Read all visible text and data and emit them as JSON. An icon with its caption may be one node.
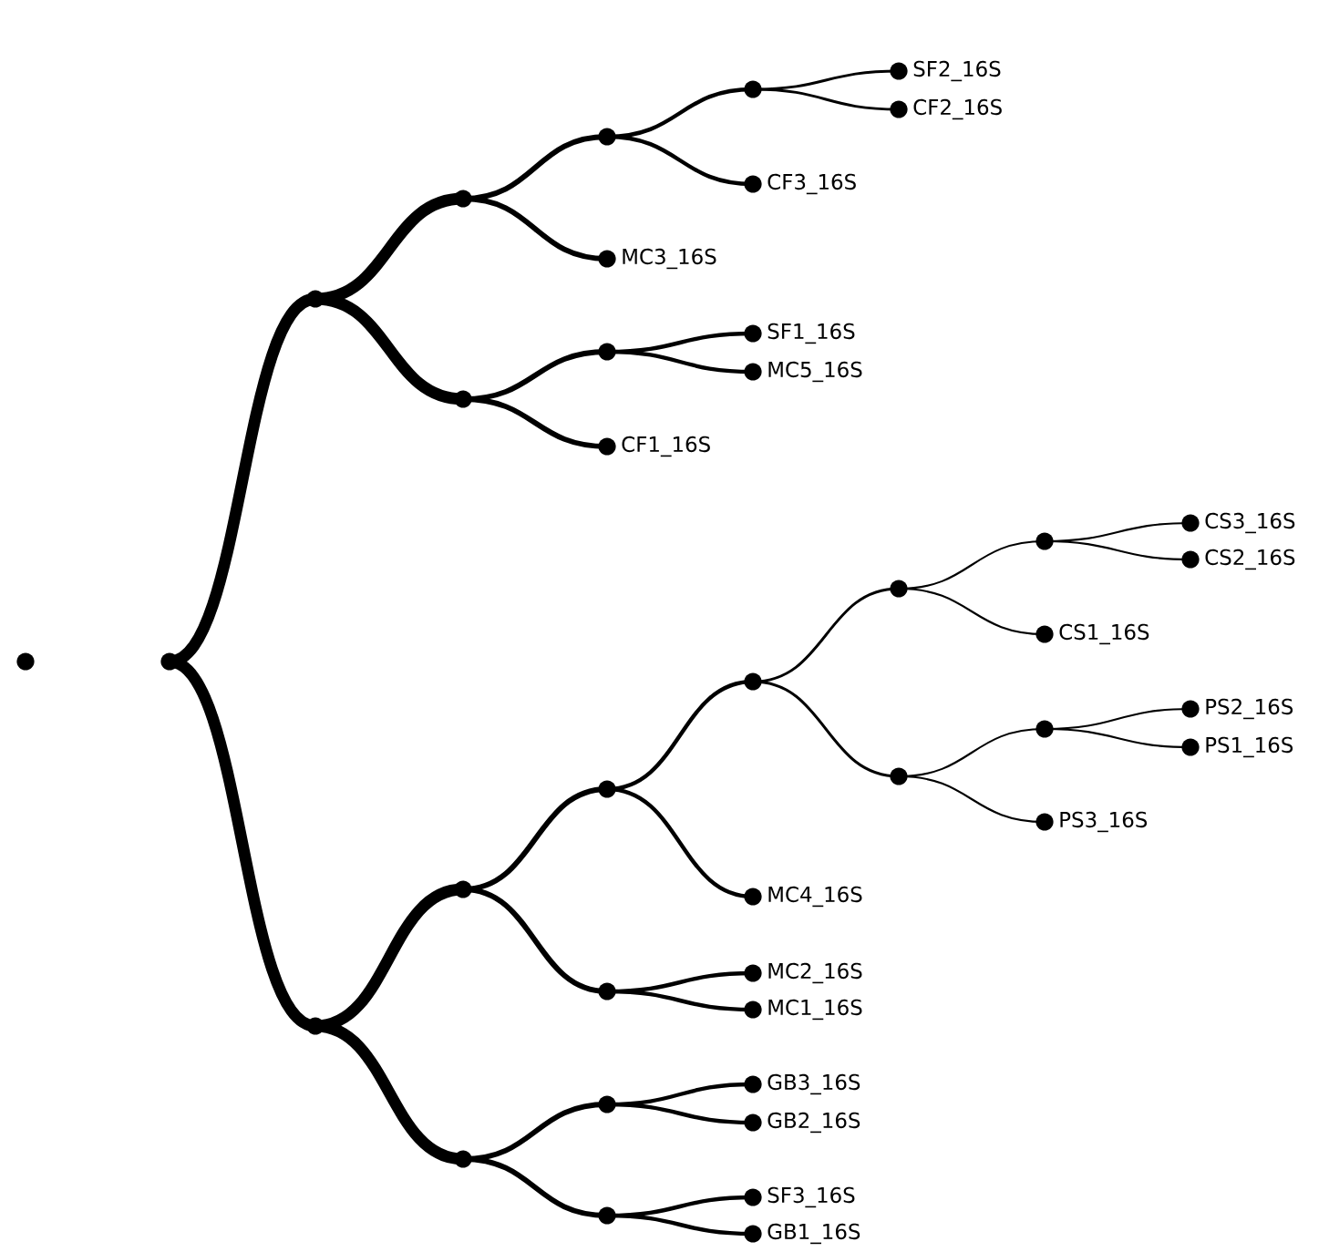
{
  "diagram": {
    "nodes": [
      {
        "text": [],
        "shape": "circle"
      },
      {
        "text": [],
        "shape": "circle"
      },
      {
        "text": [],
        "shape": "circle"
      },
      {
        "text": [],
        "shape": "circle"
      },
      {
        "text": [],
        "shape": "circle"
      },
      {
        "text": [],
        "shape": "circle"
      },
      {
        "text": [
          "SF2_16S"
        ]
      },
      {
        "text": [
          "CF2_16S"
        ]
      },
      {
        "text": [
          "CF3_16S"
        ]
      },
      {
        "text": [
          "MC3_16S"
        ]
      },
      {
        "text": [],
        "shape": "circle"
      },
      {
        "text": [],
        "shape": "circle"
      },
      {
        "text": [
          "SF1_16S"
        ]
      },
      {
        "text": [
          "MC5_16S"
        ]
      },
      {
        "text": [
          "CF1_16S"
        ]
      },
      {
        "text": [],
        "shape": "circle"
      },
      {
        "text": [],
        "shape": "circle"
      },
      {
        "text": [],
        "shape": "circle"
      },
      {
        "text": [],
        "shape": "circle"
      },
      {
        "text": [],
        "shape": "circle"
      },
      {
        "text": [],
        "shape": "circle"
      },
      {
        "text": [
          "CS3_16S"
        ]
      },
      {
        "text": [
          "CS2_16S"
        ]
      },
      {
        "text": [
          "CS1_16S"
        ]
      },
      {
        "text": [],
        "shape": "circle"
      },
      {
        "text": [],
        "shape": "circle"
      },
      {
        "text": [
          "PS2_16S"
        ]
      },
      {
        "text": [
          "PS1_16S"
        ]
      },
      {
        "text": [
          "PS3_16S"
        ]
      },
      {
        "text": [
          "MC4_16S"
        ]
      },
      {
        "text": [],
        "shape": "circle"
      },
      {
        "text": [
          "MC2_16S"
        ]
      },
      {
        "text": [
          "MC1_16S"
        ]
      },
      {
        "text": [],
        "shape": "circle"
      },
      {
        "text": [],
        "shape": "circle"
      },
      {
        "text": [
          "GB3_16S"
        ]
      },
      {
        "text": [
          "GB2_16S"
        ]
      },
      {
        "text": [],
        "shape": "circle"
      },
      {
        "text": [
          "SF3_16S"
        ]
      },
      {
        "text": [
          "GB1_16S"
        ]
      }
    ],
    "edges": [
      {
        "from": 1,
        "to": 2,
        "arrow": "none",
        "style": "thick"
      },
      {
        "from": 2,
        "to": 3,
        "arrow": "none",
        "style": "thick"
      },
      {
        "from": 3,
        "to": 4,
        "arrow": "none"
      },
      {
        "from": 4,
        "to": 5,
        "arrow": "none"
      },
      {
        "from": 5,
        "to": 6,
        "arrow": "none"
      },
      {
        "from": 5,
        "to": 7,
        "arrow": "none"
      },
      {
        "from": 4,
        "to": 8,
        "arrow": "none"
      },
      {
        "from": 3,
        "to": 9,
        "arrow": "none"
      },
      {
        "from": 2,
        "to": 10,
        "arrow": "none",
        "style": "thick"
      },
      {
        "from": 10,
        "to": 11,
        "arrow": "none"
      },
      {
        "from": 11,
        "to": 12,
        "arrow": "none"
      },
      {
        "from": 11,
        "to": 13,
        "arrow": "none"
      },
      {
        "from": 10,
        "to": 14,
        "arrow": "none"
      },
      {
        "from": 1,
        "to": 15,
        "arrow": "none",
        "style": "thick"
      },
      {
        "from": 15,
        "to": 16,
        "arrow": "none",
        "style": "thick"
      },
      {
        "from": 16,
        "to": 17,
        "arrow": "none"
      },
      {
        "from": 17,
        "to": 18,
        "arrow": "none"
      },
      {
        "from": 18,
        "to": 19,
        "arrow": "none"
      },
      {
        "from": 19,
        "to": 20,
        "arrow": "none"
      },
      {
        "from": 20,
        "to": 21,
        "arrow": "none"
      },
      {
        "from": 20,
        "to": 22,
        "arrow": "none"
      },
      {
        "from": 19,
        "to": 23,
        "arrow": "none"
      },
      {
        "from": 18,
        "to": 24,
        "arrow": "none"
      },
      {
        "from": 24,
        "to": 25,
        "arrow": "none"
      },
      {
        "from": 25,
        "to": 26,
        "arrow": "none"
      },
      {
        "from": 25,
        "to": 27,
        "arrow": "none"
      },
      {
        "from": 24,
        "to": 28,
        "arrow": "none"
      },
      {
        "from": 17,
        "to": 29,
        "arrow": "none"
      },
      {
        "from": 16,
        "to": 30,
        "arrow": "none"
      },
      {
        "from": 30,
        "to": 31,
        "arrow": "none"
      },
      {
        "from": 30,
        "to": 32,
        "arrow": "none"
      },
      {
        "from": 15,
        "to": 33,
        "arrow": "none",
        "style": "thick"
      },
      {
        "from": 33,
        "to": 34,
        "arrow": "none"
      },
      {
        "from": 34,
        "to": 35,
        "arrow": "none"
      },
      {
        "from": 34,
        "to": 36,
        "arrow": "none"
      },
      {
        "from": 33,
        "to": 37,
        "arrow": "none"
      },
      {
        "from": 37,
        "to": 38,
        "arrow": "none"
      },
      {
        "from": 37,
        "to": 39,
        "arrow": "none"
      }
    ]
  }
}
